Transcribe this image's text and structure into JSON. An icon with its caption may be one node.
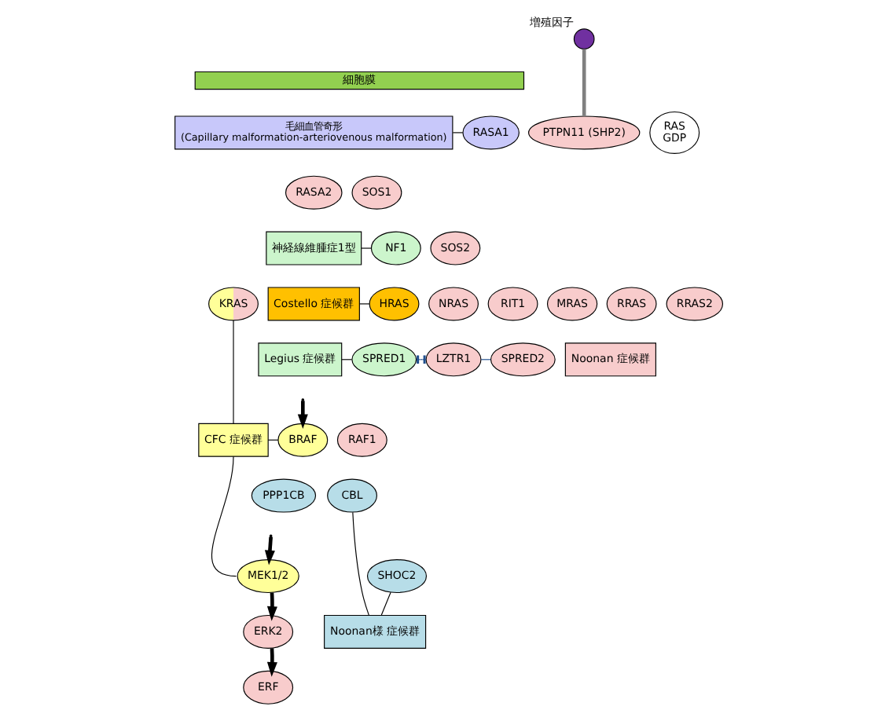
{
  "diagram": {
    "nodes": [
      {
        "text": [],
        "shape": "circle",
        "beside": [
          "増殖因子"
        ]
      },
      {
        "text": [
          "細胞膜"
        ]
      },
      {
        "text": [
          "毛細血管奇形 (Capillary malformation-arteriovenous malformation)"
        ]
      },
      {
        "text": [
          "RASA1"
        ]
      },
      {
        "text": [
          "RAS",
          "GDP"
        ]
      },
      {
        "text": [
          "RASA2"
        ]
      },
      {
        "text": [
          "PTPN11 (SHP2)"
        ]
      },
      {
        "text": [
          "SOS1"
        ]
      },
      {
        "text": [
          "神経線維腫症1型"
        ]
      },
      {
        "text": [
          "NF1"
        ]
      },
      {
        "text": [
          "SOS2"
        ]
      },
      {
        "text": [
          "Costello 症候群"
        ]
      },
      {
        "text": [
          "HRAS"
        ]
      },
      {
        "text": [
          "KRAS"
        ]
      },
      {
        "text": [
          "NRAS"
        ]
      },
      {
        "text": [
          "RIT1"
        ]
      },
      {
        "text": [
          "MRAS"
        ]
      },
      {
        "text": [
          "RRAS"
        ]
      },
      {
        "text": [
          "RRAS2"
        ]
      },
      {
        "text": [
          "Legius 症候群"
        ]
      },
      {
        "text": [
          "SPRED1"
        ]
      },
      {
        "text": [
          "LZTR1"
        ]
      },
      {
        "text": [
          "SPRED2"
        ]
      },
      {
        "text": [
          "Noonan 症候群"
        ]
      },
      {
        "text": [
          "BRAF"
        ]
      },
      {
        "text": [
          "RAF1"
        ]
      },
      {
        "text": [
          "CFC 症候群"
        ]
      },
      {
        "text": [
          "PPP1CB"
        ]
      },
      {
        "text": [
          "CBL"
        ]
      },
      {
        "text": [
          "MEK1/2"
        ]
      },
      {
        "text": [
          "SHOC2"
        ]
      },
      {
        "text": [
          "ERK2"
        ]
      },
      {
        "text": [
          "Noonan様 症候群"
        ]
      },
      {
        "text": [
          "ERF"
        ]
      }
    ],
    "edges": [
      {
        "from": 0,
        "to": 6,
        "arrow": "none",
        "color": "#808080",
        "style": "thick"
      },
      {
        "from": 2,
        "to": 3,
        "arrow": "none"
      },
      {
        "from": 8,
        "to": 9,
        "arrow": "none"
      },
      {
        "from": 11,
        "to": 12,
        "arrow": "none"
      },
      {
        "from": 13,
        "to": 26,
        "arrow": "none"
      },
      {
        "from": 19,
        "to": 20,
        "arrow": "none"
      },
      {
        "from": 20,
        "to": 21,
        "arrow": "other",
        "color": "#1f4e8c"
      },
      {
        "from": 21,
        "to": 22,
        "arrow": "none",
        "color": "#1f4e8c"
      },
      {
        "from": null,
        "to": 24,
        "arrow": "to",
        "style": "thick"
      },
      {
        "from": 26,
        "to": 24,
        "arrow": "none"
      },
      {
        "from": 26,
        "to": 29,
        "arrow": "none"
      },
      {
        "from": null,
        "to": 29,
        "arrow": "to",
        "style": "thick"
      },
      {
        "from": 29,
        "to": 31,
        "arrow": "to",
        "style": "thick"
      },
      {
        "from": 31,
        "to": 33,
        "arrow": "to",
        "style": "thick"
      },
      {
        "from": 32,
        "to": 30,
        "arrow": "none"
      },
      {
        "from": 32,
        "to": 28,
        "arrow": "none"
      }
    ]
  }
}
